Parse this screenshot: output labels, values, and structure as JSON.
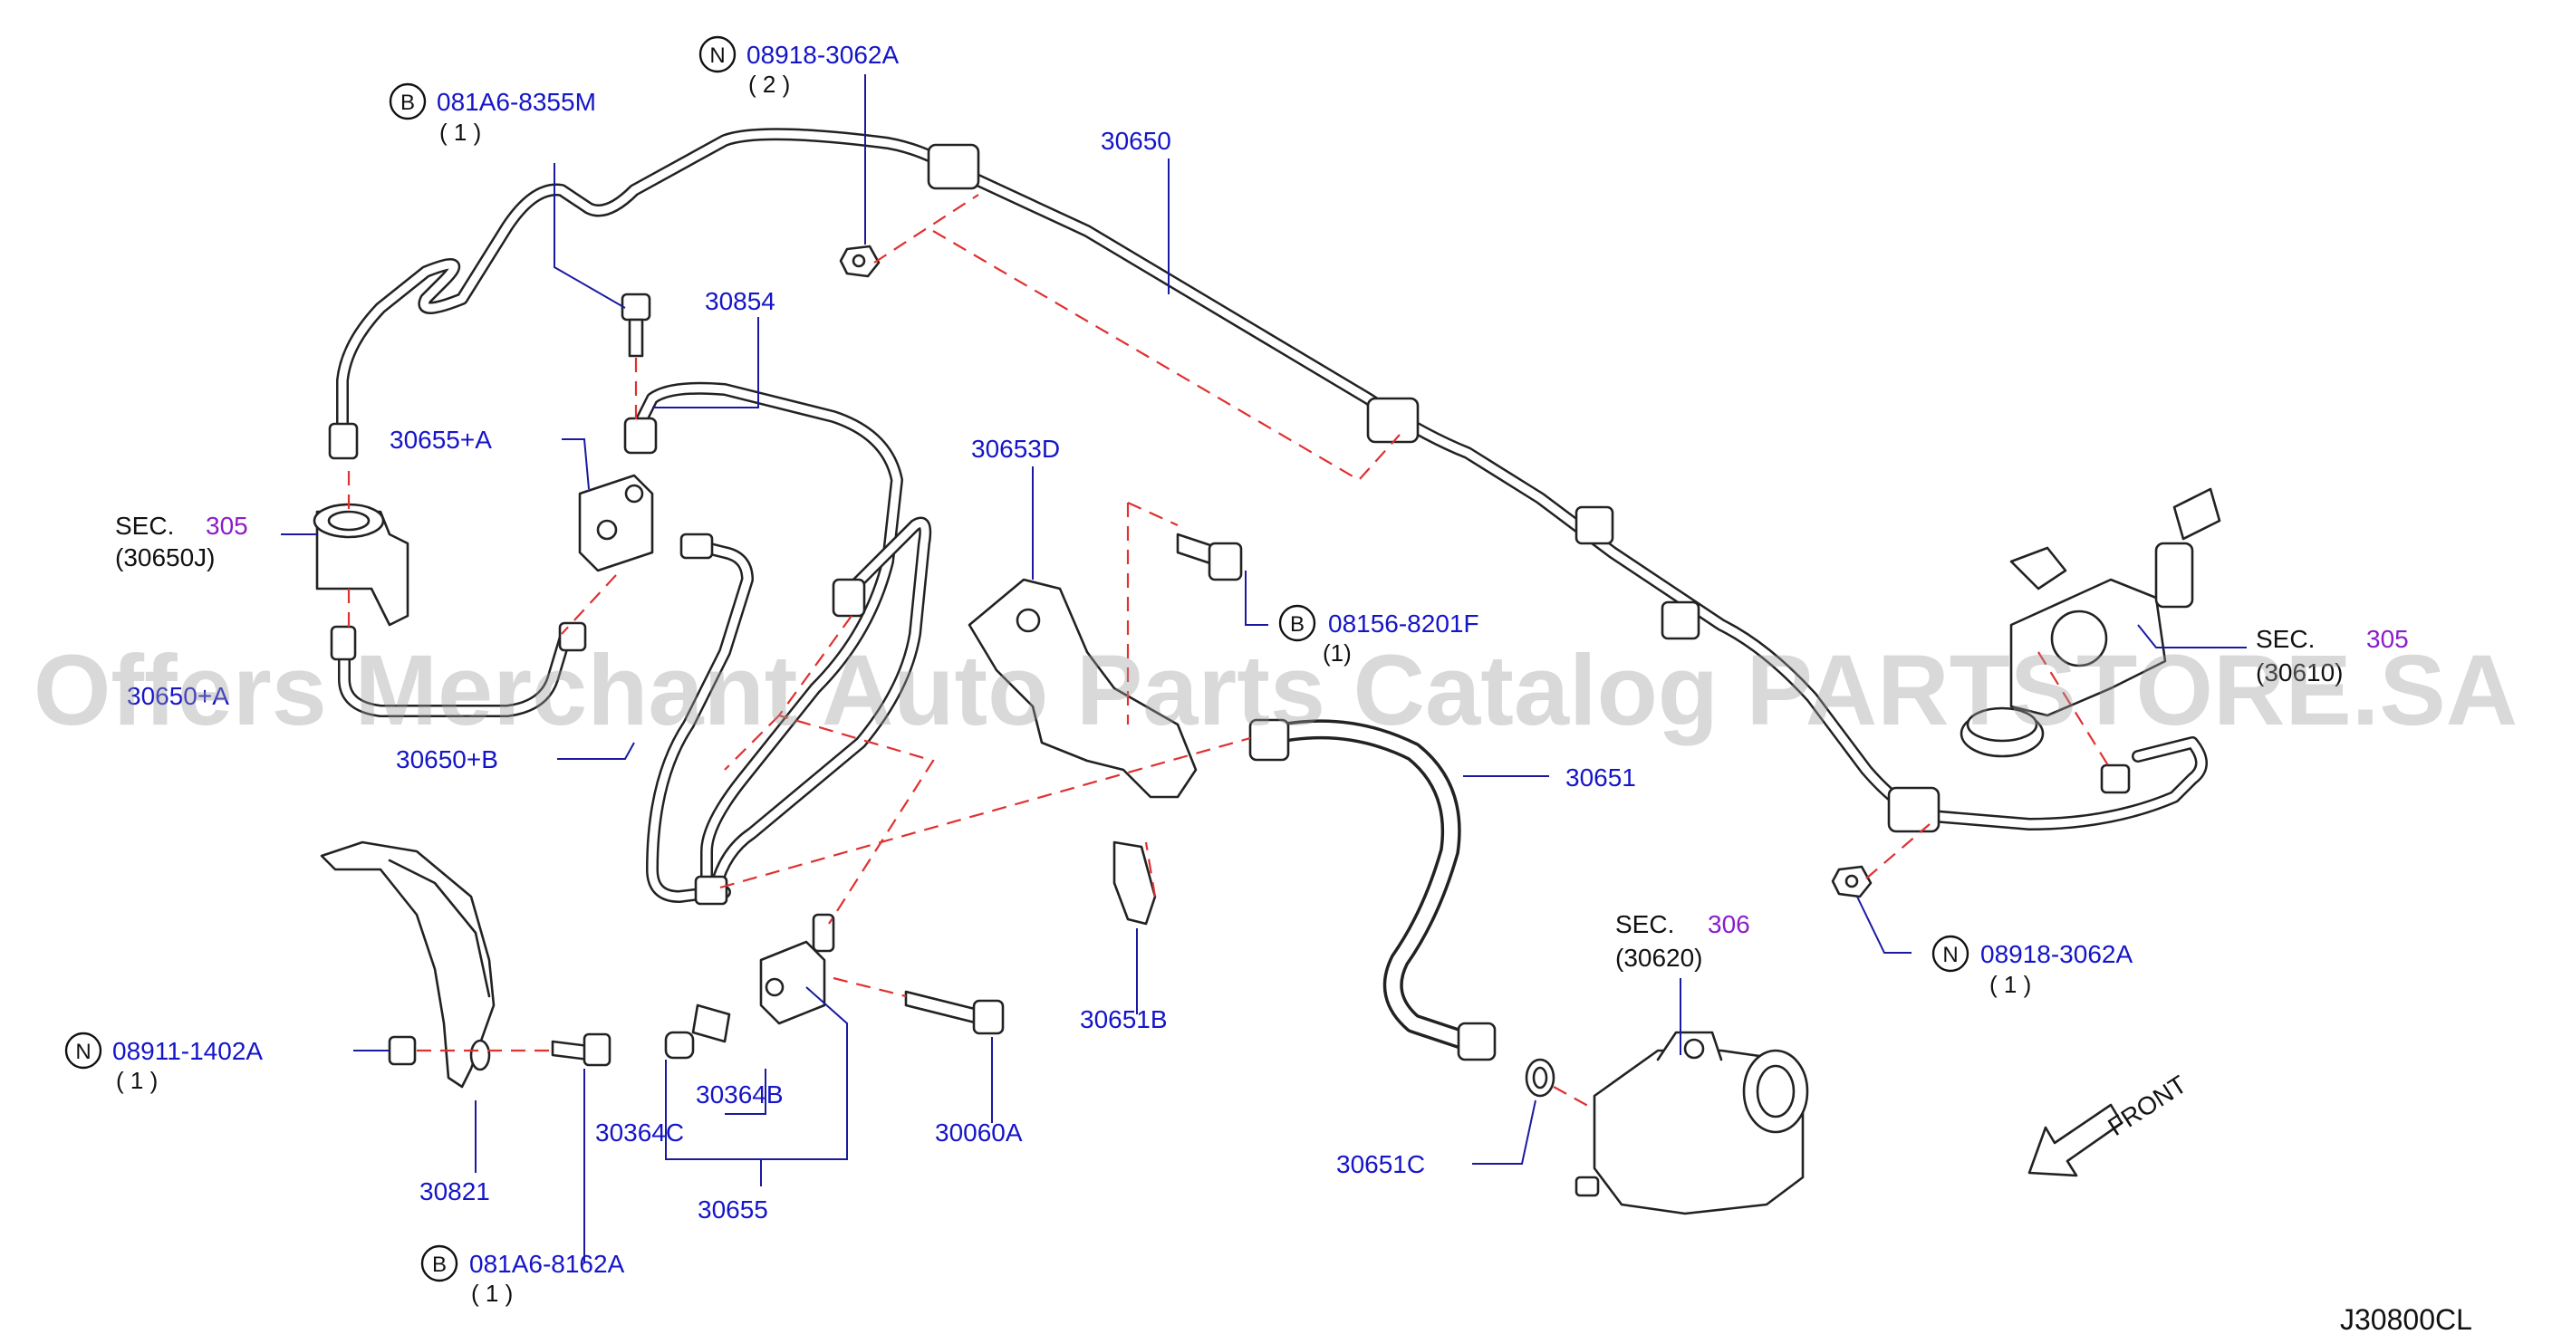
{
  "callouts": {
    "bolt_081a6_8355m": {
      "letter": "B",
      "part": "081A6-8355M",
      "qty": "( 1 )"
    },
    "nut_08918_3062a_top": {
      "letter": "N",
      "part": "08918-3062A",
      "qty": "( 2 )"
    },
    "bolt_08156_8201f": {
      "letter": "B",
      "part": "08156-8201F",
      "qty": "(1)"
    },
    "nut_08918_3062a_right": {
      "letter": "N",
      "part": "08918-3062A",
      "qty": "( 1 )"
    },
    "nut_08911_1402a": {
      "letter": "N",
      "part": "08911-1402A",
      "qty": "( 1 )"
    },
    "bolt_081a6_8162a": {
      "letter": "B",
      "part": "081A6-8162A",
      "qty": "( 1 )"
    }
  },
  "labels": {
    "p30650": "30650",
    "p30854": "30854",
    "p30655a": "30655+A",
    "p30653d": "30653D",
    "p30650a": "30650+A",
    "p30650b": "30650+B",
    "p30651": "30651",
    "p30651b": "30651B",
    "p30651c": "30651C",
    "p30364c": "30364C",
    "p30364b": "30364B",
    "p30060a": "30060A",
    "p30655": "30655",
    "p30821": "30821"
  },
  "sections": {
    "sec305_left": {
      "prefix": "SEC.",
      "number": "305",
      "ref": "(30650J)"
    },
    "sec305_right": {
      "prefix": "SEC.",
      "number": "305",
      "ref": "(30610)"
    },
    "sec306": {
      "prefix": "SEC.",
      "number": "306",
      "ref": "(30620)"
    }
  },
  "front_label": "FRONT",
  "diagram_code": "J30800CL",
  "watermark": "Offers Merchant Auto Parts Catalog PARTSTORE.SA",
  "colors": {
    "label": "#1515c8",
    "section_number": "#8a1ec8",
    "dash_line": "#e03030",
    "watermark": "#9a9a9a"
  }
}
